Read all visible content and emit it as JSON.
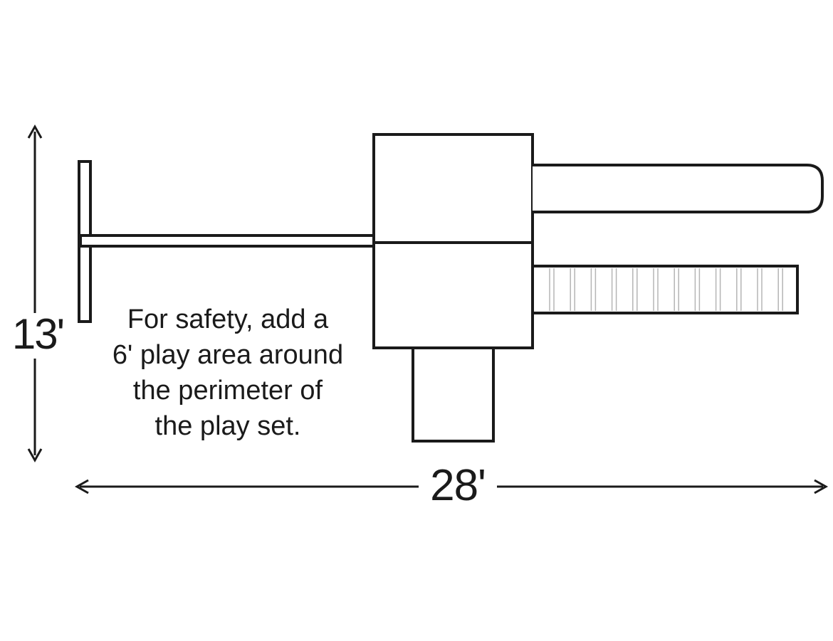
{
  "dimensions": {
    "height_label": "13'",
    "width_label": "28'"
  },
  "safety_note": {
    "lines": [
      "For safety, add a",
      "6' play area around",
      "the perimeter of",
      "the play set."
    ]
  },
  "colors": {
    "stroke": "#1a1a1a",
    "ladder_rungs": "#b5b5b5",
    "background": "#ffffff"
  }
}
